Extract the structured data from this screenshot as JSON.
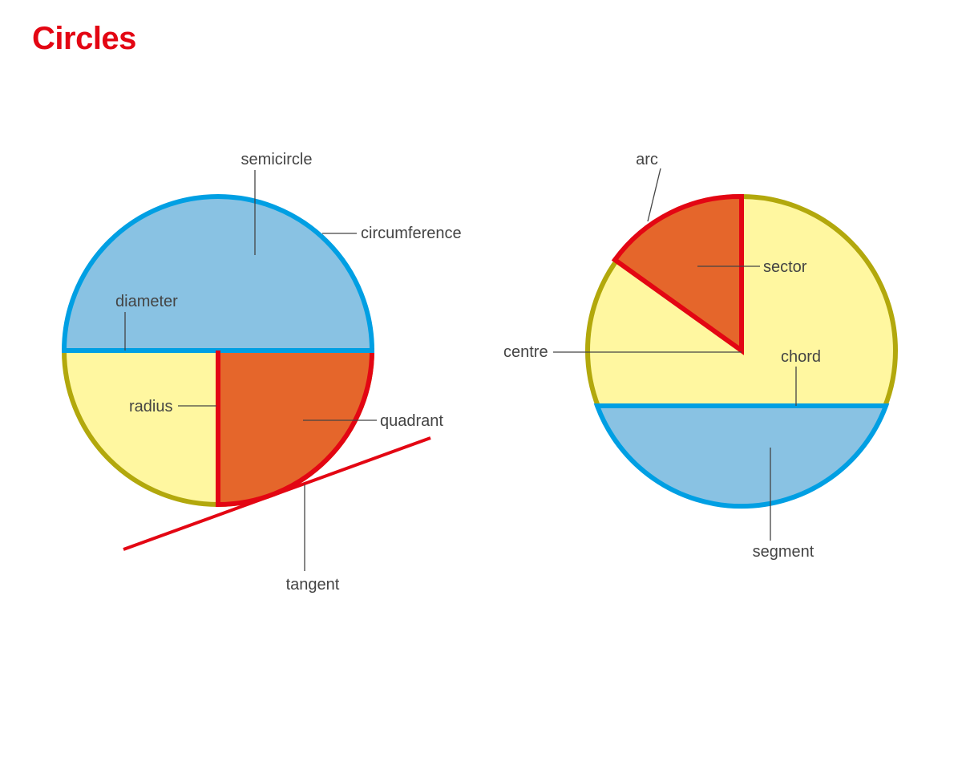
{
  "title": "Circles",
  "colors": {
    "title": "#e30613",
    "blue_stroke": "#009fe3",
    "blue_fill": "#89c2e3",
    "yellow_fill": "#fff7a0",
    "olive_stroke": "#b2a80c",
    "orange_fill": "#e5662b",
    "red_stroke": "#e30613",
    "label_text": "#444444"
  },
  "left_diagram": {
    "labels": {
      "semicircle": "semicircle",
      "circumference": "circumference",
      "diameter": "diameter",
      "radius": "radius",
      "quadrant": "quadrant",
      "tangent": "tangent"
    }
  },
  "right_diagram": {
    "labels": {
      "arc": "arc",
      "sector": "sector",
      "centre": "centre",
      "chord": "chord",
      "segment": "segment"
    }
  }
}
